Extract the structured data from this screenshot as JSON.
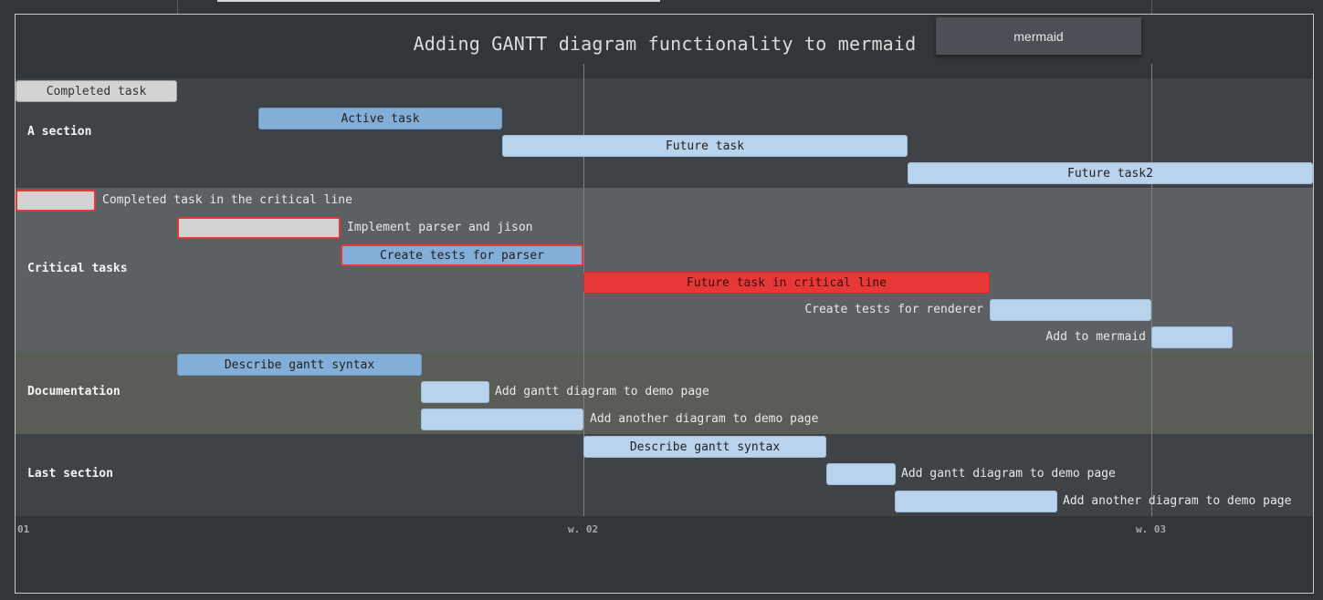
{
  "diagram": {
    "title": "Adding GANTT diagram functionality to mermaid",
    "tooltip": "mermaid",
    "sections": [
      {
        "name": "A section",
        "color": "#3f4246"
      },
      {
        "name": "Critical tasks",
        "color": "#5c5f63"
      },
      {
        "name": "Documentation",
        "color": "#5a5d55"
      },
      {
        "name": "Last section",
        "color": "#3f4246"
      }
    ],
    "tasks": [
      {
        "label": "Completed task",
        "status": "done"
      },
      {
        "label": "Active task",
        "status": "active"
      },
      {
        "label": "Future task",
        "status": "future"
      },
      {
        "label": "Future task2",
        "status": "future"
      },
      {
        "label": "Completed task in the critical line",
        "status": "crit-done"
      },
      {
        "label": "Implement parser and jison",
        "status": "crit-done"
      },
      {
        "label": "Create tests for parser",
        "status": "crit-active"
      },
      {
        "label": "Future task in critical line",
        "status": "crit"
      },
      {
        "label": "Create tests for renderer",
        "status": "future"
      },
      {
        "label": "Add to mermaid",
        "status": "future"
      },
      {
        "label": "Describe gantt syntax",
        "status": "active"
      },
      {
        "label": "Add gantt diagram to demo page",
        "status": "future"
      },
      {
        "label": "Add another diagram to demo page",
        "status": "future"
      },
      {
        "label": "Describe gantt syntax",
        "status": "future"
      },
      {
        "label": "Add gantt diagram to demo page",
        "status": "future"
      },
      {
        "label": "Add another diagram to demo page",
        "status": "future"
      }
    ],
    "axis_ticks": [
      "01",
      "w. 02",
      "w. 03"
    ]
  }
}
